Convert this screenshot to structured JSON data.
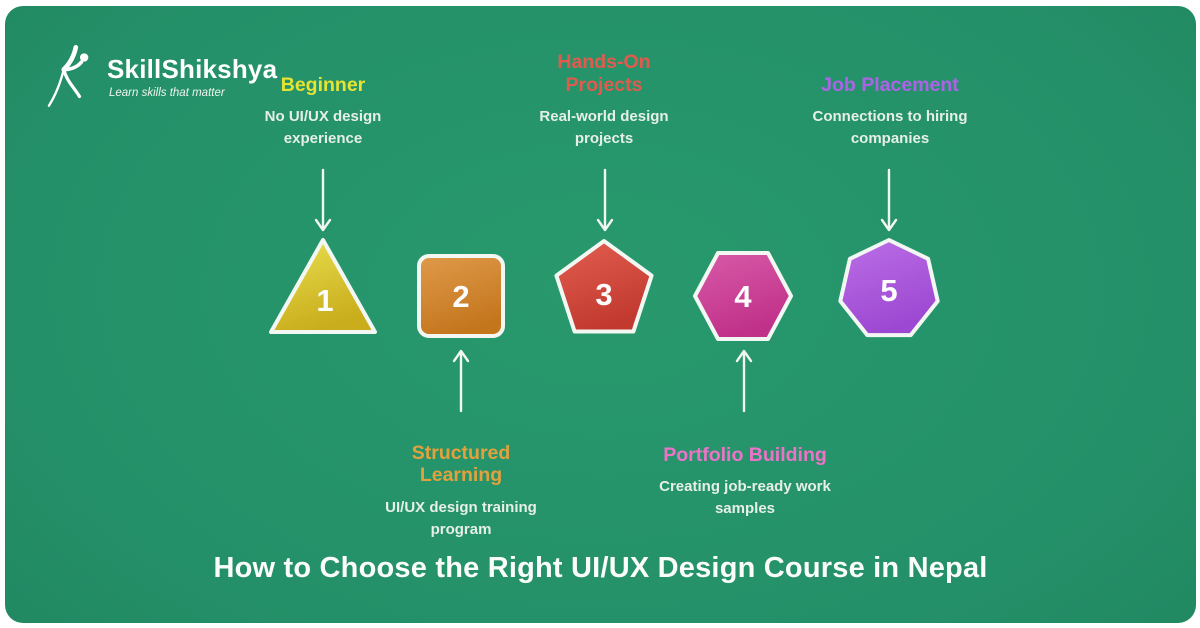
{
  "brand": {
    "name": "SkillShikshya",
    "tagline": "Learn skills that matter"
  },
  "heading": {
    "text": "How to Choose the Right UI/UX Design Course in Nepal",
    "color": "#fbfdfb"
  },
  "background": {
    "outer": "#ffffff",
    "green_center": "#28996d",
    "green_edge": "#1e7f58"
  },
  "arrow_color": "#f2f6f2",
  "steps": [
    {
      "number": "1",
      "shape": "triangle",
      "label": "Beginner",
      "description": "No UI/UX design experience",
      "label_color": "#e5e433",
      "fill_top": "#e9e050",
      "fill_bottom": "#c9ad1c",
      "label_position": "top"
    },
    {
      "number": "2",
      "shape": "square",
      "label": "Structured Learning",
      "description": "UI/UX design training program",
      "label_color": "#e2a13d",
      "fill_top": "#e09a4b",
      "fill_bottom": "#c4761d",
      "label_position": "bottom"
    },
    {
      "number": "3",
      "shape": "pentagon",
      "label": "Hands-On Projects",
      "description": "Real-world design projects",
      "label_color": "#e25a4e",
      "fill_top": "#e25e51",
      "fill_bottom": "#c23a2f",
      "label_position": "top"
    },
    {
      "number": "4",
      "shape": "hexagon",
      "label": "Portfolio Building",
      "description": "Creating job-ready work samples",
      "label_color": "#ee72c8",
      "fill_top": "#d85aa8",
      "fill_bottom": "#c03189",
      "label_position": "bottom"
    },
    {
      "number": "5",
      "shape": "heptagon",
      "label": "Job Placement",
      "description": "Connections to hiring companies",
      "label_color": "#ad63e8",
      "fill_top": "#bb6fe6",
      "fill_bottom": "#9d48d2",
      "label_position": "top"
    }
  ]
}
